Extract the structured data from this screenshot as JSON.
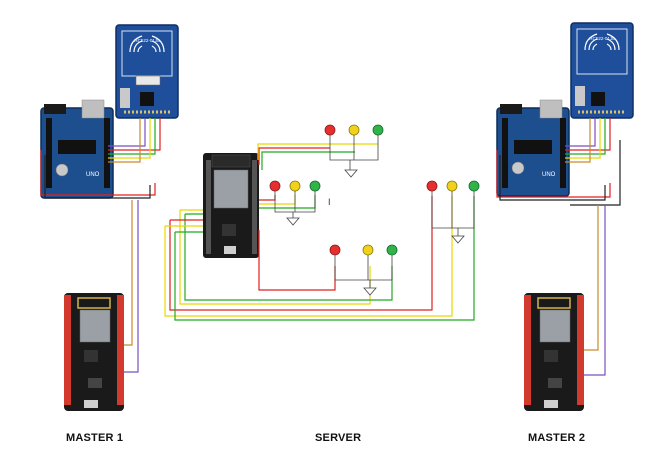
{
  "labels": {
    "master1": "MASTER 1",
    "server": "SERVER",
    "master2": "MASTER 2",
    "rfid_chip": "RC522-01J8",
    "arduino_text": "UNO",
    "stray_mark": "I"
  },
  "colors": {
    "wire_red": "#e02020",
    "wire_green": "#22aa22",
    "wire_yellow": "#e8d800",
    "wire_black": "#222222",
    "wire_purple": "#7a4fc4",
    "wire_orange": "#c98a2a",
    "led_red": "#e53030",
    "led_yellow": "#f0d21a",
    "led_green": "#2fb34a",
    "rfid_blue": "#1f4f9a",
    "arduino_blue": "#1d4f8f",
    "board_black": "#1a1a1a"
  },
  "components": {
    "rfid_readers": 2,
    "arduino_boards": 2,
    "nodemcu_boards": 2,
    "esp32_server": 1,
    "traffic_light_groups": 4
  }
}
